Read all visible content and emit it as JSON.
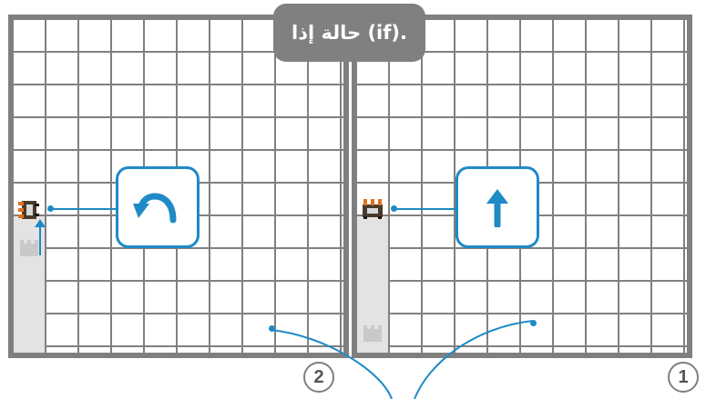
{
  "title_label": "حالة إذا (if).",
  "panels": [
    {
      "number": "1",
      "command": "move-forward",
      "robot_facing": "up",
      "trail_cells": 4
    },
    {
      "number": "2",
      "command": "turn-left",
      "robot_facing": "left",
      "trail_cells": 4
    }
  ],
  "colors": {
    "frame": "#7f7f80",
    "grid_line": "#808080",
    "trail": "#e3e3e3",
    "accent": "#1e8ac6",
    "label_bg": "#808080"
  }
}
